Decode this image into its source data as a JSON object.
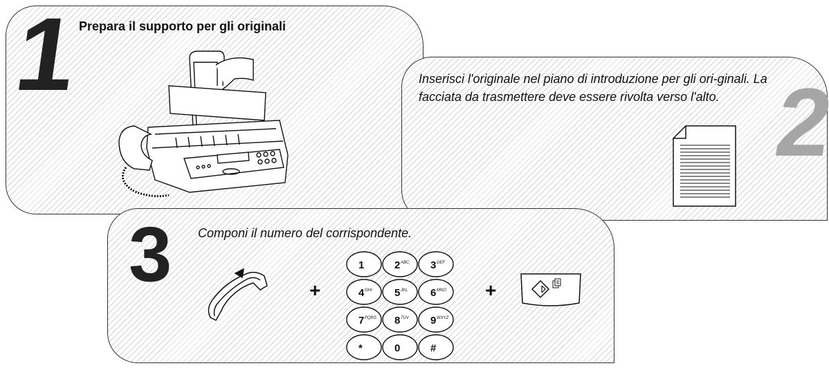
{
  "step1": {
    "number": "1",
    "title": "Prepara il supporto per gli originali"
  },
  "step2": {
    "number": "2",
    "instruction": "Inserisci l'originale nel piano di introduzione per gli ori-ginali. La facciata da trasmettere deve essere rivolta verso l'alto."
  },
  "step3": {
    "number": "3",
    "instruction": "Componi il numero del corrispondente.",
    "plus_1": "+",
    "plus_2": "+",
    "keypad": [
      {
        "digit": "1",
        "letters": ""
      },
      {
        "digit": "2",
        "letters": "ABC"
      },
      {
        "digit": "3",
        "letters": "DEF"
      },
      {
        "digit": "4",
        "letters": "GHI"
      },
      {
        "digit": "5",
        "letters": "JKL"
      },
      {
        "digit": "6",
        "letters": "MNO"
      },
      {
        "digit": "7",
        "letters": "PQRS"
      },
      {
        "digit": "8",
        "letters": "TUV"
      },
      {
        "digit": "9",
        "letters": "WXYZ"
      },
      {
        "digit": "*",
        "letters": ""
      },
      {
        "digit": "0",
        "letters": ""
      },
      {
        "digit": "#",
        "letters": ""
      }
    ]
  },
  "icons": [
    "fax-machine-illustration",
    "document-icon",
    "handset-icon",
    "start-button-icon"
  ]
}
